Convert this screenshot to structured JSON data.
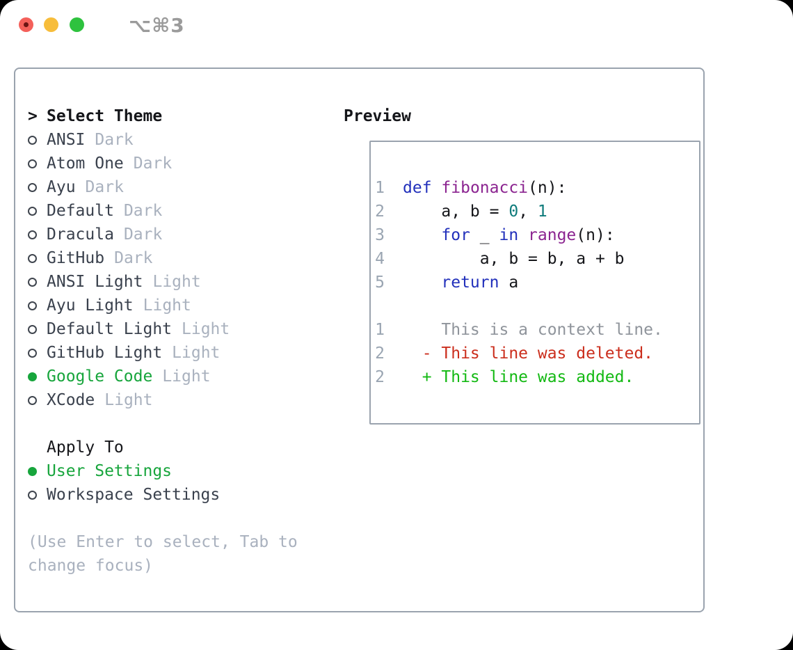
{
  "colors": {
    "accent_green": "#17a53c",
    "keyword_blue": "#2230bb",
    "function_purple": "#8b2490",
    "number_teal": "#0e7b7b",
    "deleted_red": "#cb2e1d",
    "added_green": "#13b913",
    "context_gray": "#8f949b",
    "muted_gray": "#a9b1be",
    "panel_border": "#9aa3ae",
    "traffic_red": "#f4605a",
    "traffic_yellow": "#f7bd3b",
    "traffic_green": "#2ec23e"
  },
  "window": {
    "shortcut_label": "⌥⌘3",
    "traffic_lights": [
      {
        "name": "close",
        "color": "#f4605a"
      },
      {
        "name": "minimize",
        "color": "#f7bd3b"
      },
      {
        "name": "zoom",
        "color": "#2ec23e"
      }
    ]
  },
  "theme_panel": {
    "title_prefix": ">",
    "title": "Select Theme",
    "themes": [
      {
        "name": "ANSI",
        "variant": "Dark",
        "selected": false
      },
      {
        "name": "Atom One",
        "variant": "Dark",
        "selected": false
      },
      {
        "name": "Ayu",
        "variant": "Dark",
        "selected": false
      },
      {
        "name": "Default",
        "variant": "Dark",
        "selected": false
      },
      {
        "name": "Dracula",
        "variant": "Dark",
        "selected": false
      },
      {
        "name": "GitHub",
        "variant": "Dark",
        "selected": false
      },
      {
        "name": "ANSI Light",
        "variant": "Light",
        "selected": false
      },
      {
        "name": "Ayu Light",
        "variant": "Light",
        "selected": false
      },
      {
        "name": "Default Light",
        "variant": "Light",
        "selected": false
      },
      {
        "name": "GitHub Light",
        "variant": "Light",
        "selected": false
      },
      {
        "name": "Google Code",
        "variant": "Light",
        "selected": true
      },
      {
        "name": "XCode",
        "variant": "Light",
        "selected": false
      }
    ],
    "apply_to": {
      "title": "Apply To",
      "options": [
        {
          "label": "User Settings",
          "selected": true
        },
        {
          "label": "Workspace Settings",
          "selected": false
        }
      ]
    },
    "help_text": "(Use Enter to select, Tab to change focus)"
  },
  "preview_panel": {
    "title": "Preview",
    "lines": [
      {
        "number": "1",
        "tokens": [
          {
            "text": "def",
            "type": "keyword"
          },
          {
            "text": " ",
            "type": "plain"
          },
          {
            "text": "fibonacci",
            "type": "function"
          },
          {
            "text": "(n):",
            "type": "plain"
          }
        ]
      },
      {
        "number": "2",
        "tokens": [
          {
            "text": "    a, b = ",
            "type": "plain"
          },
          {
            "text": "0",
            "type": "number"
          },
          {
            "text": ", ",
            "type": "plain"
          },
          {
            "text": "1",
            "type": "number"
          }
        ]
      },
      {
        "number": "3",
        "tokens": [
          {
            "text": "    ",
            "type": "plain"
          },
          {
            "text": "for",
            "type": "keyword"
          },
          {
            "text": " _ ",
            "type": "plain"
          },
          {
            "text": "in",
            "type": "keyword"
          },
          {
            "text": " ",
            "type": "plain"
          },
          {
            "text": "range",
            "type": "function"
          },
          {
            "text": "(n):",
            "type": "plain"
          }
        ]
      },
      {
        "number": "4",
        "tokens": [
          {
            "text": "        a, b = b, a + b",
            "type": "plain"
          }
        ]
      },
      {
        "number": "5",
        "tokens": [
          {
            "text": "    ",
            "type": "plain"
          },
          {
            "text": "return",
            "type": "keyword"
          },
          {
            "text": " a",
            "type": "plain"
          }
        ]
      },
      {
        "number": "",
        "tokens": []
      },
      {
        "number": "1",
        "tokens": [
          {
            "text": "    This is a context line.",
            "type": "context"
          }
        ]
      },
      {
        "number": "2",
        "tokens": [
          {
            "text": "  - This line was deleted.",
            "type": "deleted"
          }
        ]
      },
      {
        "number": "2",
        "tokens": [
          {
            "text": "  + This line was added.",
            "type": "added"
          }
        ]
      }
    ]
  }
}
